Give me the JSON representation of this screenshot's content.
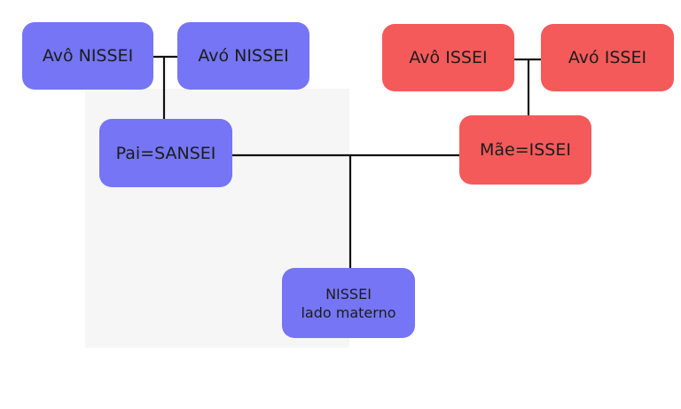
{
  "colors": {
    "paternal": "#7575f5",
    "maternal": "#f55a5a",
    "line": "#111111"
  },
  "nodes": {
    "paternal_grandfather": "Avô NISSEI",
    "paternal_grandmother": "Avó NISSEI",
    "maternal_grandfather": "Avô ISSEI",
    "maternal_grandmother": "Avó ISSEI",
    "father": "Pai=SANSEI",
    "mother": "Mãe=ISSEI",
    "child_line1": "NISSEI",
    "child_line2": "lado materno"
  }
}
